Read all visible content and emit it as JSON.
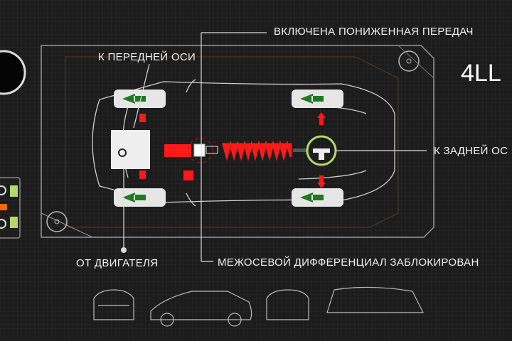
{
  "labels": {
    "low_gear": "ВКЛЮЧЕНА ПОНИЖЕННАЯ ПЕРЕДАЧ",
    "front_axle": "К ПЕРЕДНЕЙ ОСИ",
    "rear_axle": "К ЗАДНЕЙ ОС",
    "from_engine": "ОТ ДВИГАТЕЛЯ",
    "center_diff_locked": "МЕЖОСЕВОЙ ДИФФЕРЕНЦИАЛ ЗАБЛОКИРОВАН"
  },
  "mode": "4LL",
  "colors": {
    "accent_red": "#ff1a1a",
    "accent_green": "#1f7a1f",
    "lock_ring": "#b5d86a",
    "orange": "#ff6a00"
  }
}
